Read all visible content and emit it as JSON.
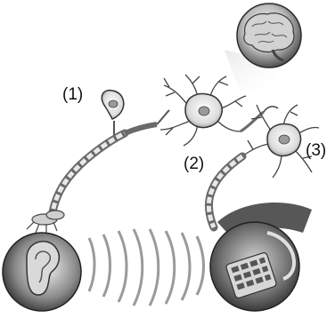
{
  "labels": {
    "first": "(1)",
    "second": "(2)",
    "third": "(3)"
  },
  "icons": [
    "brain-icon",
    "ear-icon",
    "phone-keypad-icon",
    "sound-waves-icon",
    "neuron-icon",
    "nerve-fiber-icon"
  ],
  "colors": {
    "background": "#ffffff",
    "ink": "#222222",
    "neuron_fill": "#e4e4e4"
  }
}
